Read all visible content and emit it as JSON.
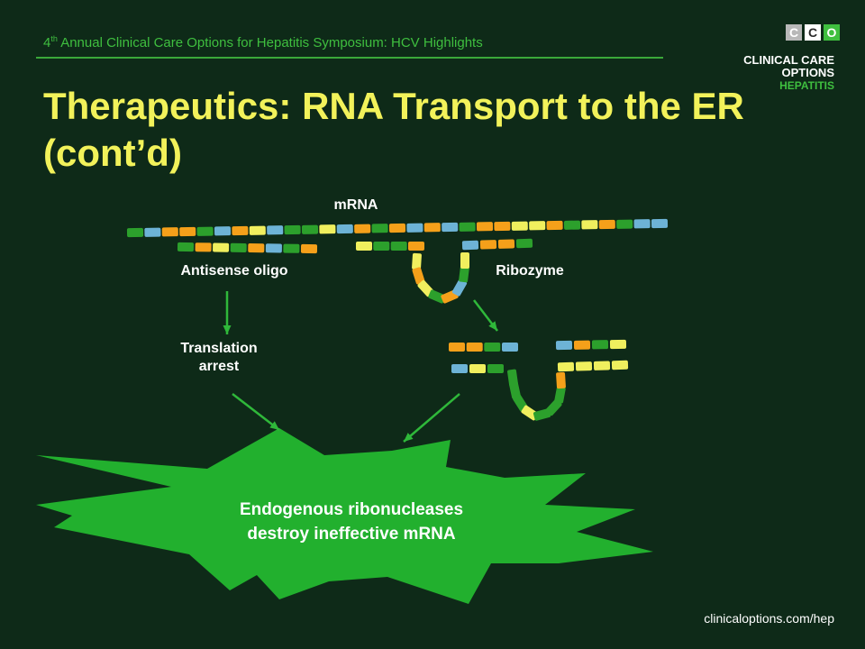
{
  "header": {
    "prefix": "4",
    "sup": "th",
    "rest": " Annual Clinical Care Options for Hepatitis Symposium: HCV Highlights"
  },
  "title": "Therapeutics: RNA Transport to the ER (cont’d)",
  "logo": {
    "letters": [
      "C",
      "C",
      "O"
    ],
    "line1": "CLINICAL CARE OPTIONS",
    "line2": "HEPATITIS"
  },
  "diagram": {
    "mrna_label": "mRNA",
    "antisense_label": "Antisense oligo",
    "ribozyme_label": "Ribozyme",
    "translation_line1": "Translation",
    "translation_line2": "arrest",
    "burst_line1": "Endogenous ribonucleases",
    "burst_line2": "destroy ineffective mRNA",
    "colors": {
      "background": "#0e2a18",
      "burst": "#22b02e",
      "arrow": "#2fb83a",
      "strand_palette": [
        "#f5a01a",
        "#2ca02c",
        "#6db3d6",
        "#f0ef5e"
      ]
    }
  },
  "footer": "clinicaloptions.com/hep"
}
